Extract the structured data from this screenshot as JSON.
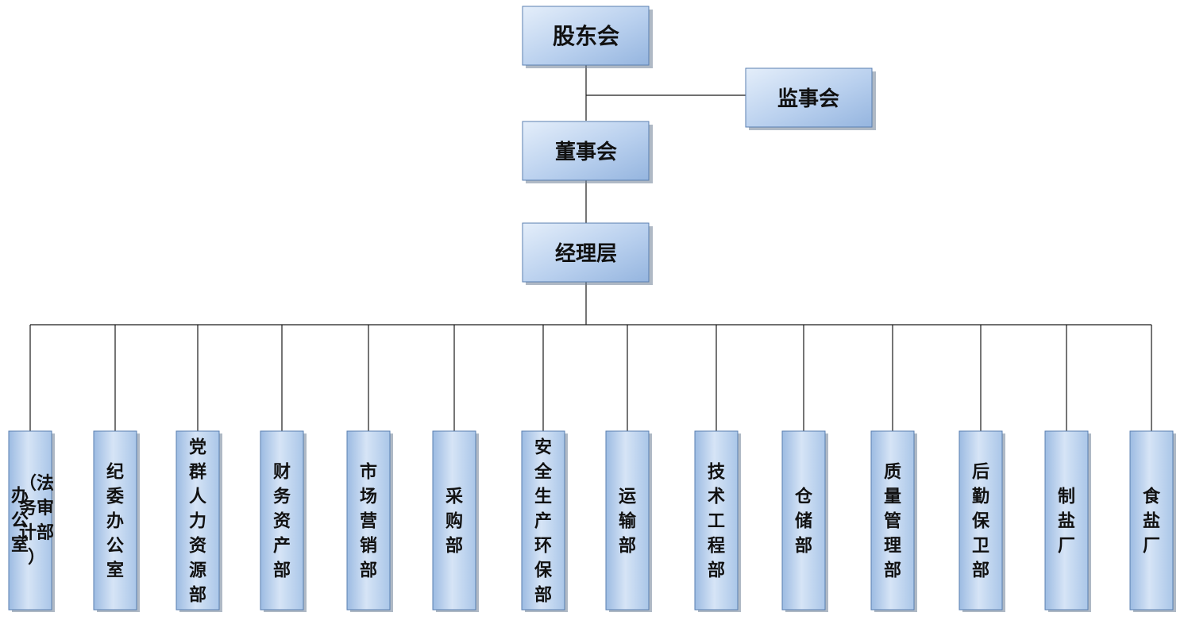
{
  "top_nodes": {
    "shareholders": "股东会",
    "supervisors": "监事会",
    "board": "董事会",
    "management": "经理层"
  },
  "departments": [
    {
      "id": "legal",
      "lines": [
        "（法",
        "务审",
        "计部",
        "）"
      ],
      "left_col": [
        "办公室"
      ]
    },
    {
      "id": "discipline",
      "lines": [
        "纪",
        "委",
        "办",
        "公",
        "室"
      ]
    },
    {
      "id": "party-hr",
      "lines": [
        "党",
        "群",
        "人",
        "力",
        "资",
        "源",
        "部"
      ]
    },
    {
      "id": "finance",
      "lines": [
        "财",
        "务",
        "资",
        "产",
        "部"
      ]
    },
    {
      "id": "marketing",
      "lines": [
        "市",
        "场",
        "营",
        "销",
        "部"
      ]
    },
    {
      "id": "procurement",
      "lines": [
        "采",
        "购",
        "部"
      ]
    },
    {
      "id": "safety",
      "lines": [
        "安",
        "全",
        "生",
        "产",
        "环",
        "保",
        "部"
      ]
    },
    {
      "id": "transport",
      "lines": [
        "运",
        "输",
        "部"
      ]
    },
    {
      "id": "engineering",
      "lines": [
        "技",
        "术",
        "工",
        "程",
        "部"
      ]
    },
    {
      "id": "warehouse",
      "lines": [
        "仓",
        "储",
        "部"
      ]
    },
    {
      "id": "quality",
      "lines": [
        "质",
        "量",
        "管",
        "理",
        "部"
      ]
    },
    {
      "id": "logistics-security",
      "lines": [
        "后",
        "勤",
        "保",
        "卫",
        "部"
      ]
    },
    {
      "id": "salt-plant",
      "lines": [
        "制",
        "盐",
        "厂"
      ]
    },
    {
      "id": "edible-salt-plant",
      "lines": [
        "食",
        "盐",
        "厂"
      ]
    }
  ],
  "colors": {
    "box_gradient_light": "#dbe8f8",
    "box_gradient_dark": "#9ebde3",
    "box_border": "#5a7fb0",
    "connector": "#1a1a1a"
  }
}
